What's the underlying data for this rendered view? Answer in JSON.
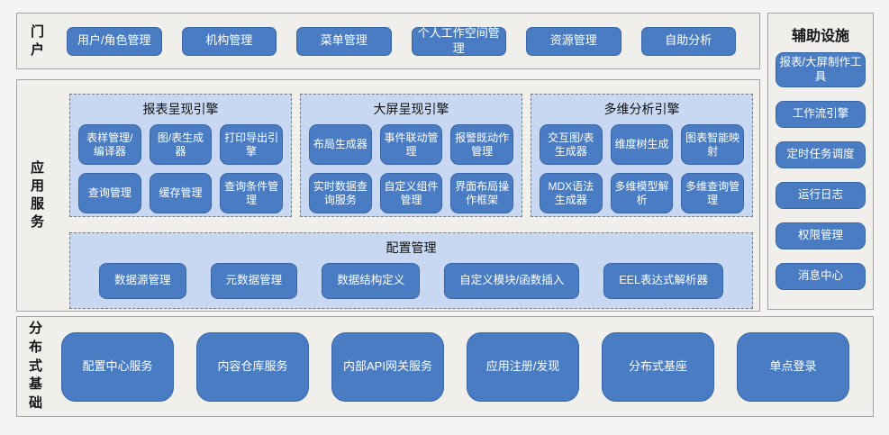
{
  "palette": {
    "button_blue": "#4a7cc4",
    "button_border": "#3a66a6",
    "panel_light_blue": "#c8d8f2",
    "section_bg": "#f0efec",
    "section_border": "#a3a3a3",
    "button_text": "#ffffff",
    "label_text": "#141414"
  },
  "sections": {
    "portal": {
      "label": "门户",
      "items": [
        "用户/角色管理",
        "机构管理",
        "菜单管理",
        "个人工作空间管理",
        "资源管理",
        "自助分析"
      ]
    },
    "app": {
      "label": "应用服务",
      "engines": [
        {
          "title": "报表呈现引擎",
          "items": [
            "表样管理/编译器",
            "图/表生成器",
            "打印导出引擎",
            "查询管理",
            "缓存管理",
            "查询条件管理"
          ]
        },
        {
          "title": "大屏呈现引擎",
          "items": [
            "布局生成器",
            "事件联动管理",
            "报警既动作管理",
            "实时数据查询服务",
            "自定义组件管理",
            "界面布局操作框架"
          ]
        },
        {
          "title": "多维分析引擎",
          "items": [
            "交互图/表生成器",
            "维度树生成",
            "图表智能映射",
            "MDX语法生成器",
            "多维模型解析",
            "多维查询管理"
          ]
        }
      ],
      "config": {
        "title": "配置管理",
        "items": [
          "数据源管理",
          "元数据管理",
          "数据结构定义",
          "自定义模块/函数插入",
          "EEL表达式解析器"
        ]
      }
    },
    "dist": {
      "label": "分布式基础",
      "items": [
        "配置中心服务",
        "内容仓库服务",
        "内部API网关服务",
        "应用注册/发现",
        "分布式基座",
        "单点登录"
      ]
    },
    "aux": {
      "title": "辅助设施",
      "items": [
        "报表/大屏制作工具",
        "工作流引擎",
        "定时任务调度",
        "运行日志",
        "权限管理",
        "消息中心"
      ]
    }
  }
}
